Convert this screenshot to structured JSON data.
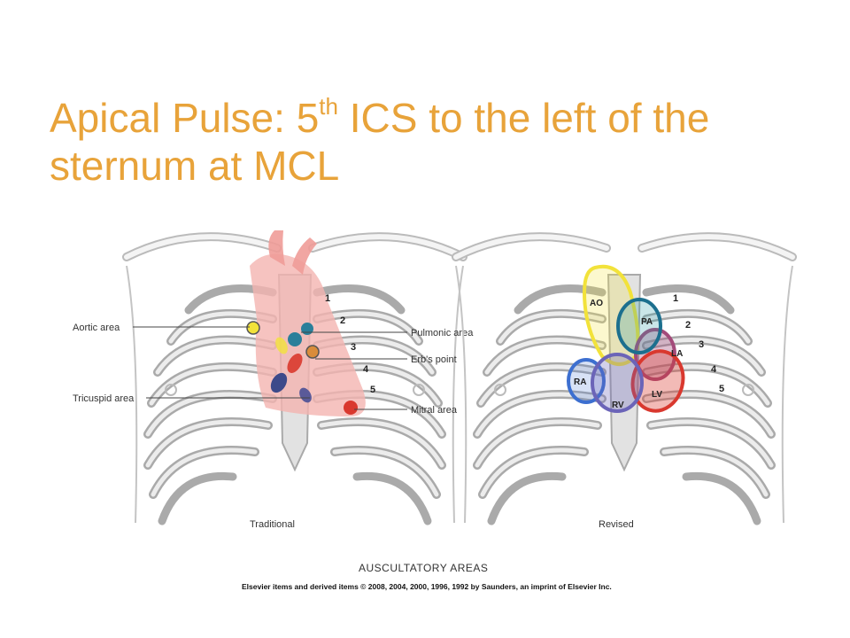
{
  "title": {
    "line1_pre": "Apical Pulse: 5",
    "line1_sup": "th",
    "line1_post": " ICS to the left of the",
    "line2": "sternum at MCL"
  },
  "left_diagram": {
    "caption": "Traditional",
    "labels": {
      "aortic": "Aortic area",
      "pulmonic": "Pulmonic area",
      "erbs": "Erb's point",
      "tricuspid": "Tricuspid area",
      "mitral": "Mitral area"
    },
    "rib_numbers": [
      "1",
      "2",
      "3",
      "4",
      "5"
    ]
  },
  "right_diagram": {
    "caption": "Revised",
    "chambers": [
      "AO",
      "PA",
      "LA",
      "RA",
      "RV",
      "LV"
    ],
    "rib_numbers": [
      "1",
      "2",
      "3",
      "4",
      "5"
    ]
  },
  "footer": {
    "heading": "AUSCULTATORY AREAS",
    "credit": "Elsevier items and derived items © 2008, 2004, 2000, 1996, 1992 by Saunders, an imprint of Elsevier Inc."
  },
  "colors": {
    "title": "#e8a33a",
    "aortic": "#f2e23a",
    "pulmonic": "#2a7f9a",
    "erbs": "#d98c3b",
    "tricuspid": "#3d4a8a",
    "mitral": "#d9382e",
    "heart": "#f4b4b0"
  }
}
